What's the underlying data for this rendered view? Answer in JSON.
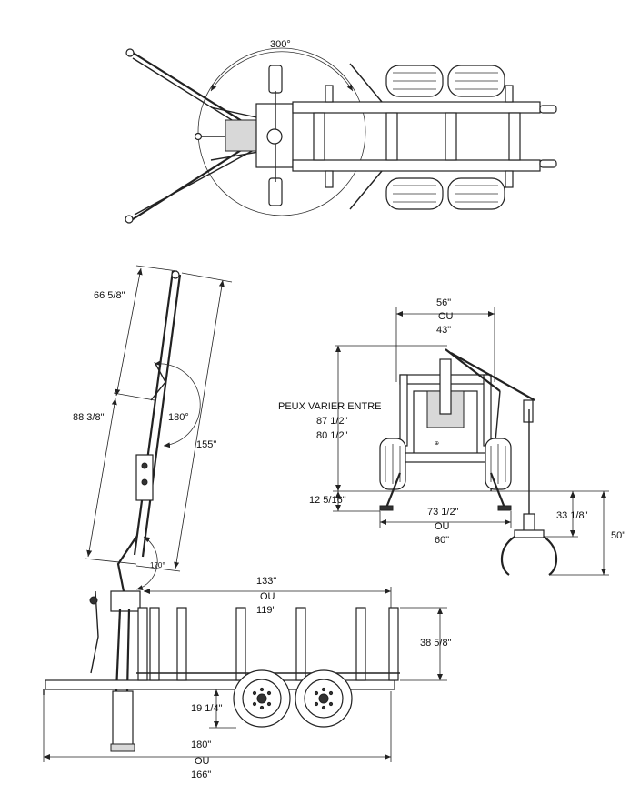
{
  "top_view": {
    "rotation": "300°"
  },
  "side_view": {
    "boom_top": "66 5/8\"",
    "boom_mid": "88 3/8\"",
    "boom_total": "155\"",
    "angle_upper": "180°",
    "angle_lower": "170°",
    "bunk_length_max": "133\"",
    "bunk_length_or": "OU",
    "bunk_length_min": "119\"",
    "stake_height": "38 5/8\"",
    "ground_clearance": "19 1/4\"",
    "total_length_max": "180\"",
    "total_length_or": "OU",
    "total_length_min": "166\""
  },
  "rear_view": {
    "width_top_max": "56\"",
    "width_top_or": "OU",
    "width_top_min": "43\"",
    "height_label": "PEUX VARIER ENTRE",
    "height_max": "87 1/2\"",
    "height_min": "80 1/2\"",
    "foot_height": "12 5/16\"",
    "outrigger_max": "73 1/2\"",
    "outrigger_or": "OU",
    "outrigger_min": "60\"",
    "grapple_drop": "33 1/8\"",
    "grapple_height": "50\""
  }
}
